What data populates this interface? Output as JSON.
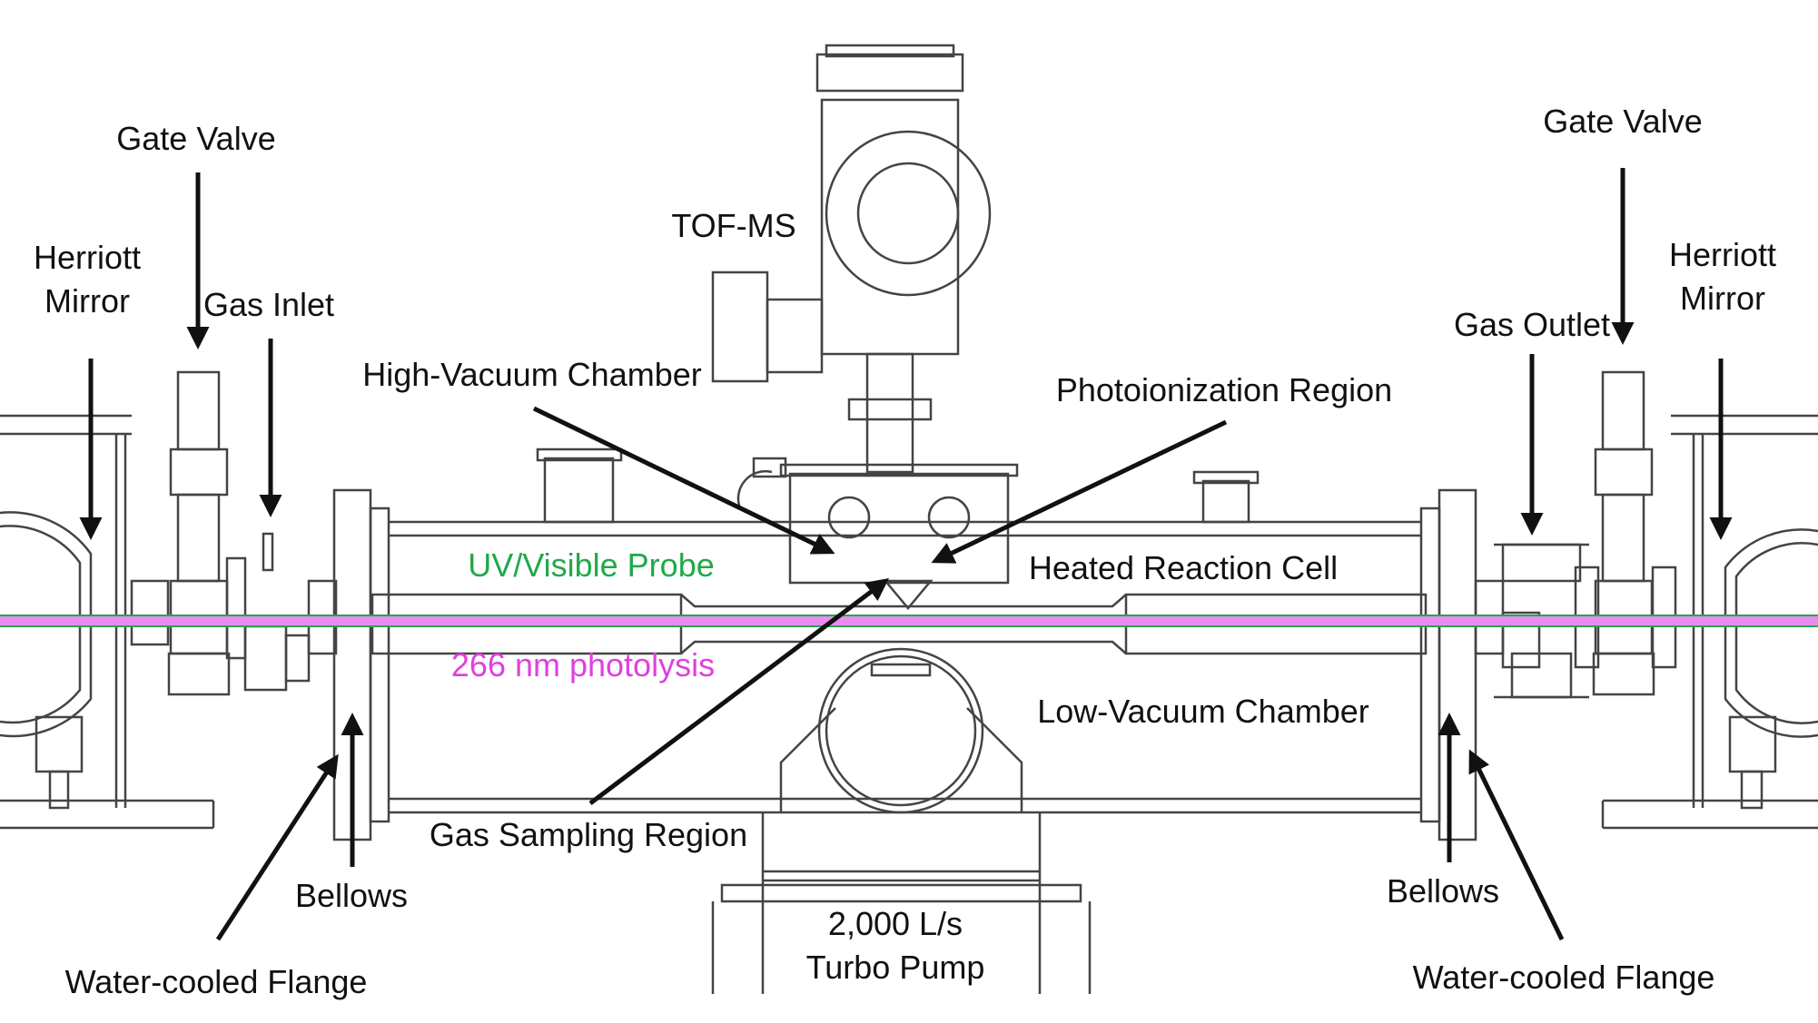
{
  "labels": {
    "gate_valve_left": "Gate Valve",
    "gate_valve_right": "Gate Valve",
    "herriott_left_line1": "Herriott",
    "herriott_left_line2": "Mirror",
    "herriott_right_line1": "Herriott",
    "herriott_right_line2": "Mirror",
    "gas_inlet": "Gas Inlet",
    "gas_outlet": "Gas Outlet",
    "tof_ms": "TOF-MS",
    "high_vacuum_chamber": "High-Vacuum Chamber",
    "photoionization_region": "Photoionization Region",
    "uv_visible_probe": "UV/Visible Probe",
    "heated_reaction_cell": "Heated Reaction Cell",
    "photolysis": "266 nm photolysis",
    "low_vacuum_chamber": "Low-Vacuum Chamber",
    "gas_sampling_region": "Gas Sampling Region",
    "bellows_left": "Bellows",
    "bellows_right": "Bellows",
    "water_cooled_flange_left": "Water-cooled Flange",
    "water_cooled_flange_right": "Water-cooled Flange",
    "turbo_pump_line1": "2,000 L/s",
    "turbo_pump_line2": "Turbo Pump"
  },
  "colors": {
    "probe_beam": "#22a84a",
    "photolysis_beam": "#e040e0",
    "line": "#333333"
  }
}
